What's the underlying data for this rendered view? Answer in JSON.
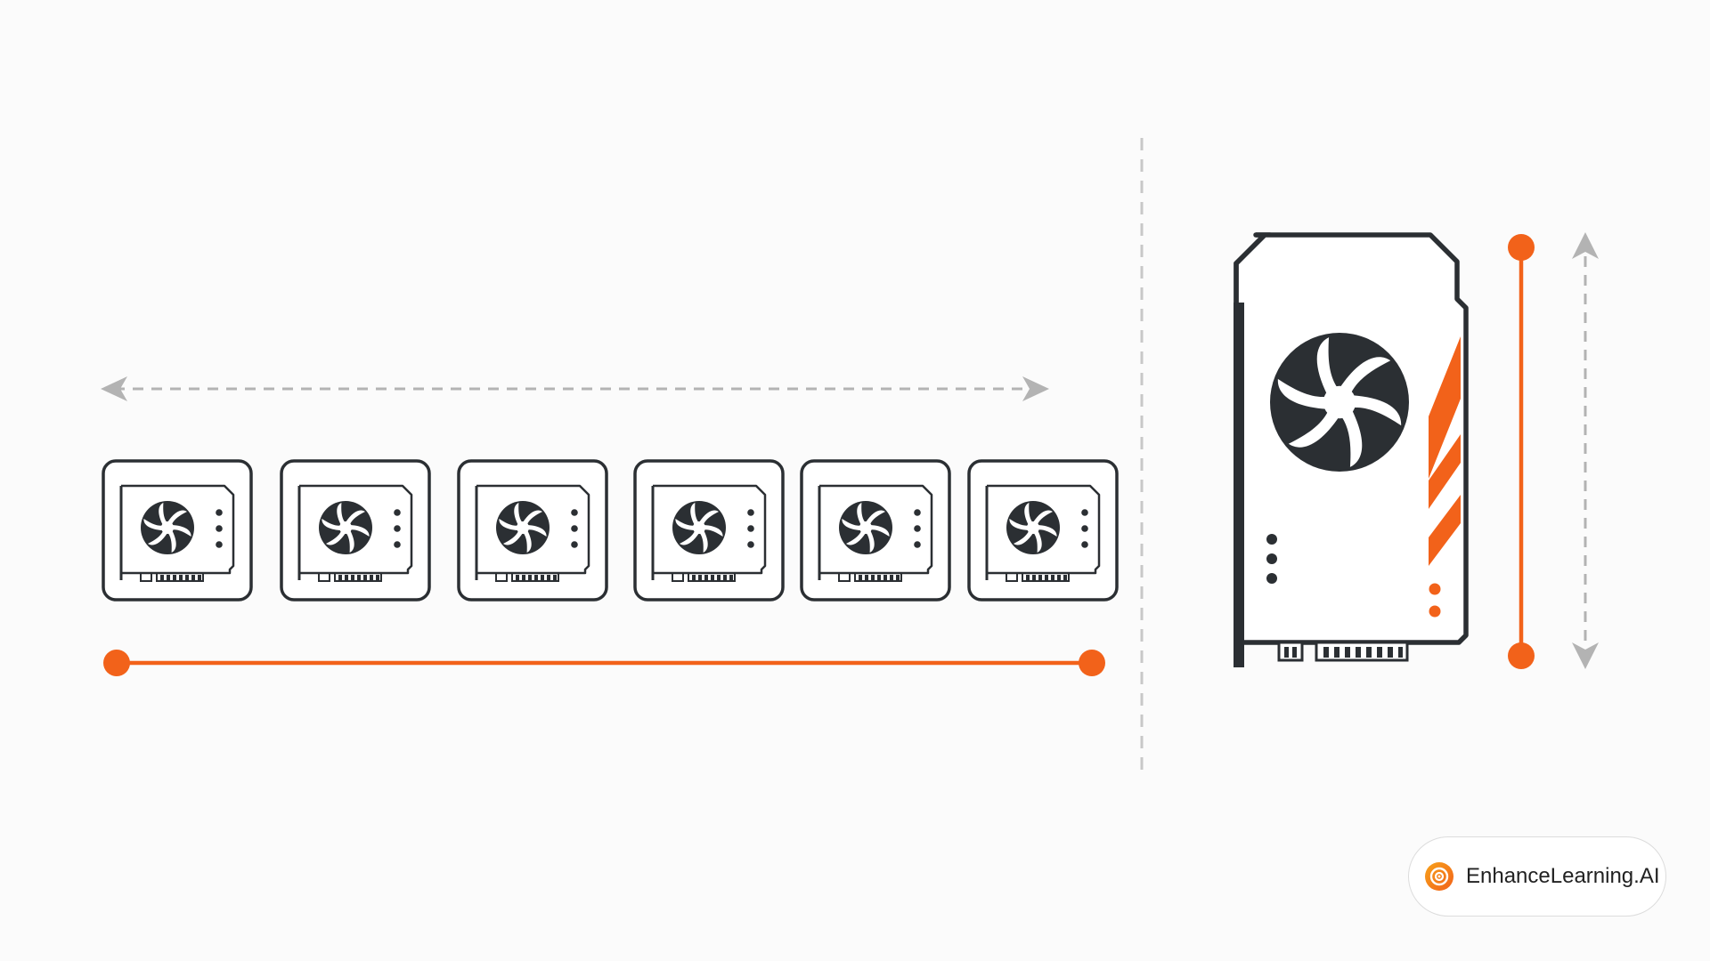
{
  "brand": {
    "name": "EnhanceLearning.AI",
    "icon": "target-logo-icon"
  },
  "diagram": {
    "small_gpu_count": 6,
    "large_gpu_count": 1,
    "horizontal_arrow": "double-headed-dashed-arrow",
    "vertical_arrow": "double-headed-dashed-arrow",
    "divider": "dashed-vertical-line"
  },
  "colors": {
    "accent": "#f2621a",
    "stroke": "#2b2f33",
    "arrow_gray": "#b3b3b3",
    "divider_gray": "#c8c8c8",
    "background": "#fbfbfb"
  }
}
